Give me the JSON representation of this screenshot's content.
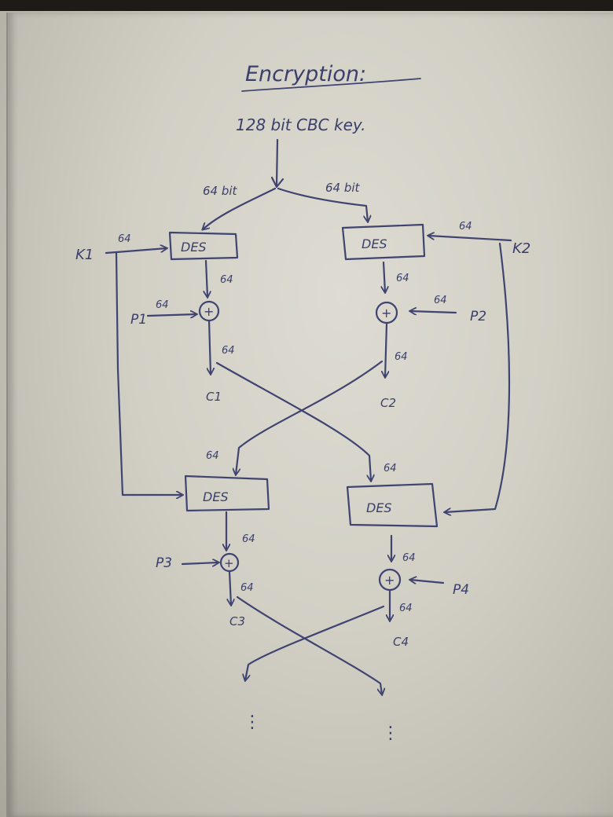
{
  "title": "Encryption:",
  "key_label": "128 bit CBC key.",
  "split_left": "64 bit",
  "split_right": "64 bit",
  "k1": "K1",
  "k2": "K2",
  "des": "DES",
  "bits": "64",
  "p1": "P1",
  "p2": "P2",
  "p3": "P3",
  "p4": "P4",
  "c1": "C1",
  "c2": "C2",
  "c3": "C3",
  "c4": "C4",
  "xor_symbol": "+",
  "continuation": "⋮"
}
